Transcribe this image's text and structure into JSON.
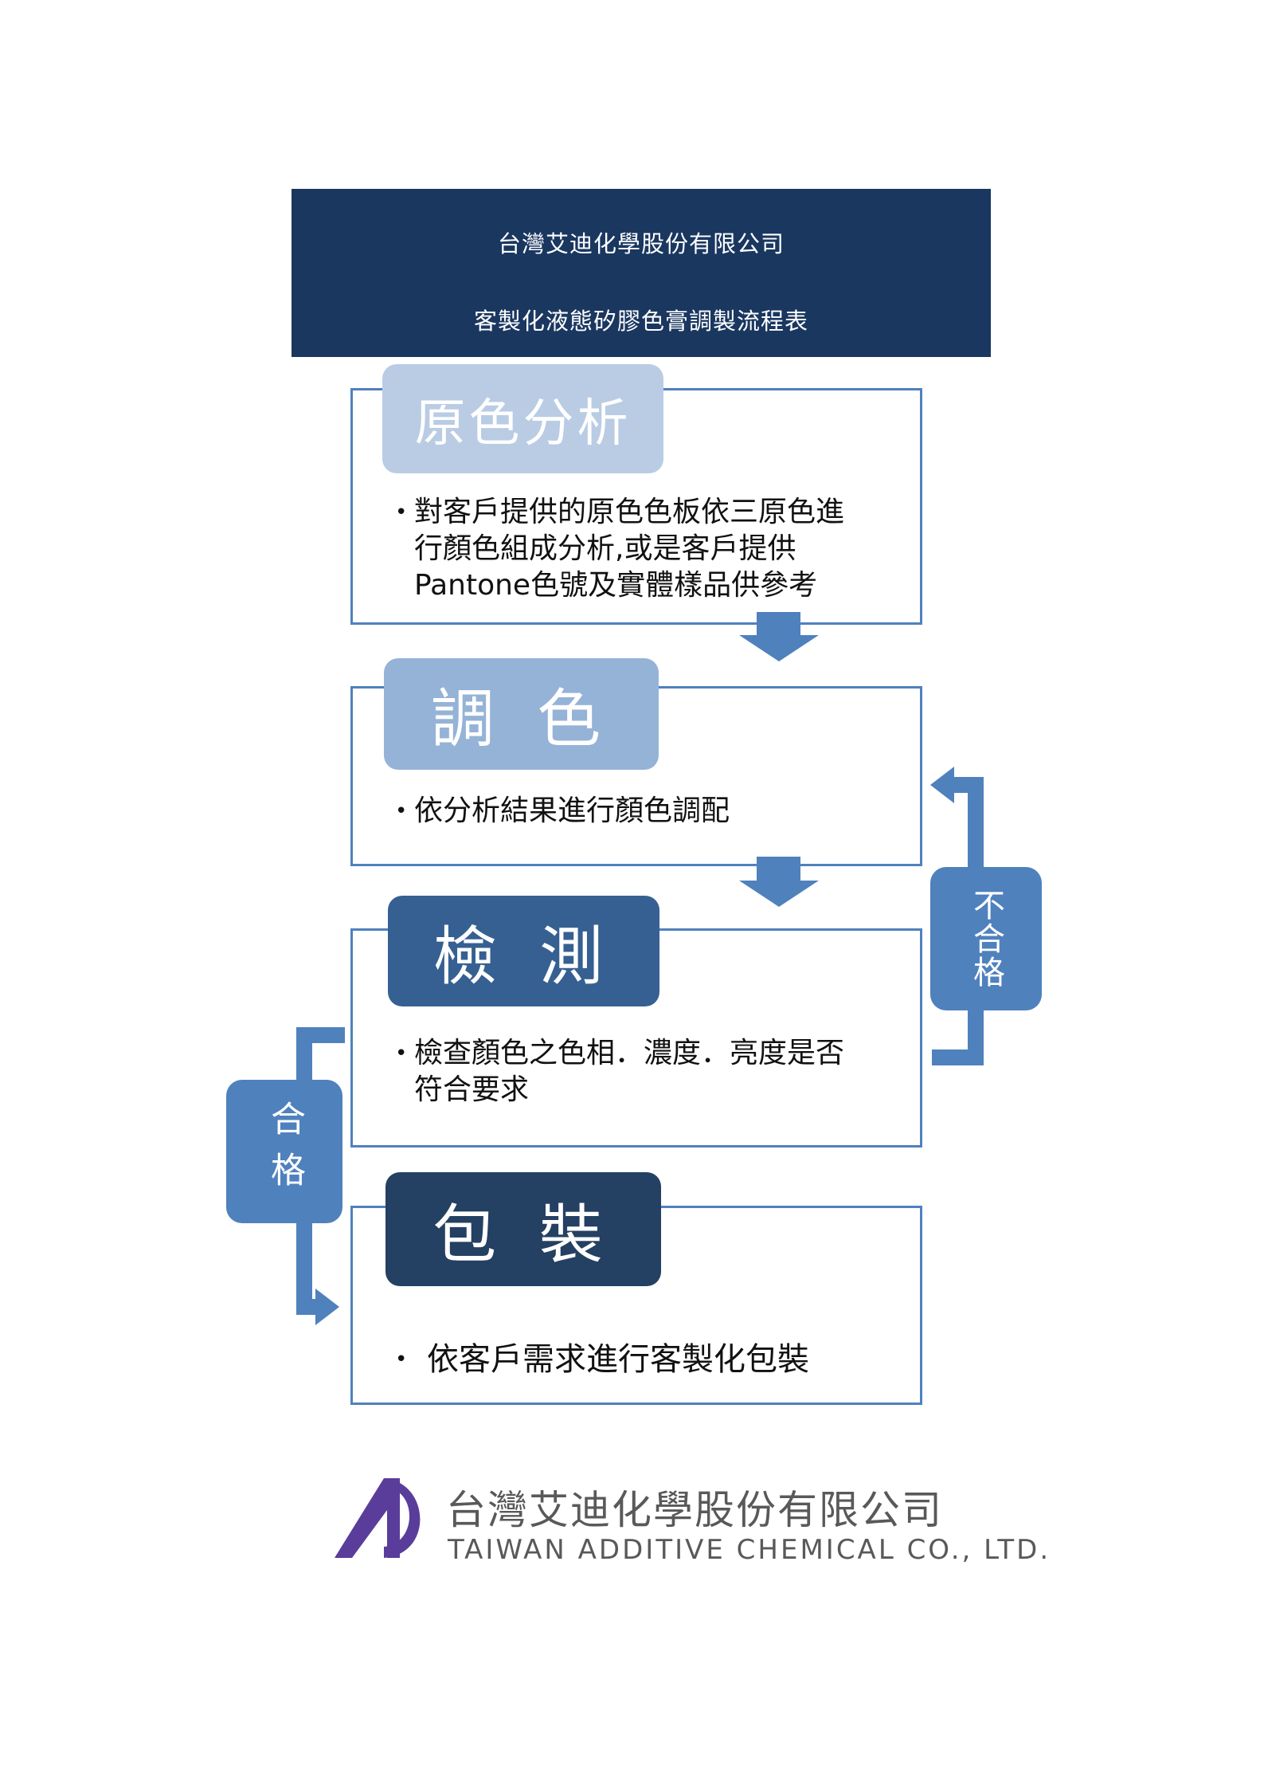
{
  "header": {
    "company": "台灣艾迪化學股份有限公司",
    "subtitle": "客製化液態矽膠色膏調製流程表"
  },
  "stages": [
    {
      "title": "原色分析",
      "bullet": "對客戶提供的原色色板依三原色進\n行顏色組成分析,或是客戶提供\nPantone色號及實體樣品供參考",
      "tab_color": "#b9cce4",
      "title_color": "#ffffff"
    },
    {
      "title": "調 色",
      "bullet": "依分析結果進行顏色調配",
      "tab_color": "#95b3d7",
      "title_color": "#ffffff"
    },
    {
      "title": "檢 測",
      "bullet": "檢查顏色之色相．濃度．亮度是否\n符合要求",
      "tab_color": "#366092",
      "title_color": "#ffffff"
    },
    {
      "title": "包 裝",
      "bullet": "依客戶需求進行客製化包裝",
      "tab_color": "#244062",
      "title_color": "#ffffff"
    }
  ],
  "loops": {
    "fail_label": "不合格",
    "pass_label": "合格"
  },
  "logo": {
    "company_cn": "台灣艾迪化學股份有限公司",
    "company_en": "TAIWAN ADDITIVE CHEMICAL CO., LTD."
  },
  "colors": {
    "header_bg": "#1a3760",
    "accent": "#4f81bd",
    "logo_purple": "#5a3d9a"
  }
}
